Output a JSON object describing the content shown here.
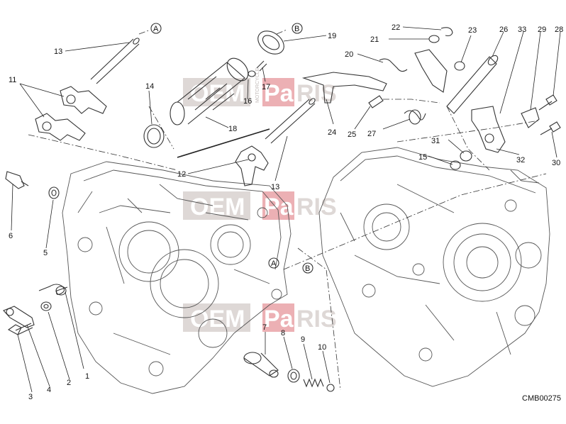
{
  "diagram_code": "CMB00275",
  "watermark": {
    "left": "OEM",
    "middle": "MOTORCYCLE",
    "right_red": "Pa",
    "right": "RIS"
  },
  "callouts": {
    "c1": "1",
    "c2": "2",
    "c3": "3",
    "c4": "4",
    "c5": "5",
    "c6": "6",
    "c7": "7",
    "c8": "8",
    "c9": "9",
    "c10": "10",
    "c11": "11",
    "c12": "12",
    "c13a": "13",
    "c13b": "13",
    "c14": "14",
    "c15": "15",
    "c16": "16",
    "c17": "17",
    "c18": "18",
    "c19": "19",
    "c20": "20",
    "c21": "21",
    "c22": "22",
    "c23": "23",
    "c24": "24",
    "c25": "25",
    "c26": "26",
    "c27": "27",
    "c28": "28",
    "c29": "29",
    "c30": "30",
    "c31": "31",
    "c32": "32",
    "c33": "33"
  },
  "refs": {
    "a_top": "A",
    "b_top": "B",
    "a_mid": "A",
    "b_mid": "B"
  }
}
